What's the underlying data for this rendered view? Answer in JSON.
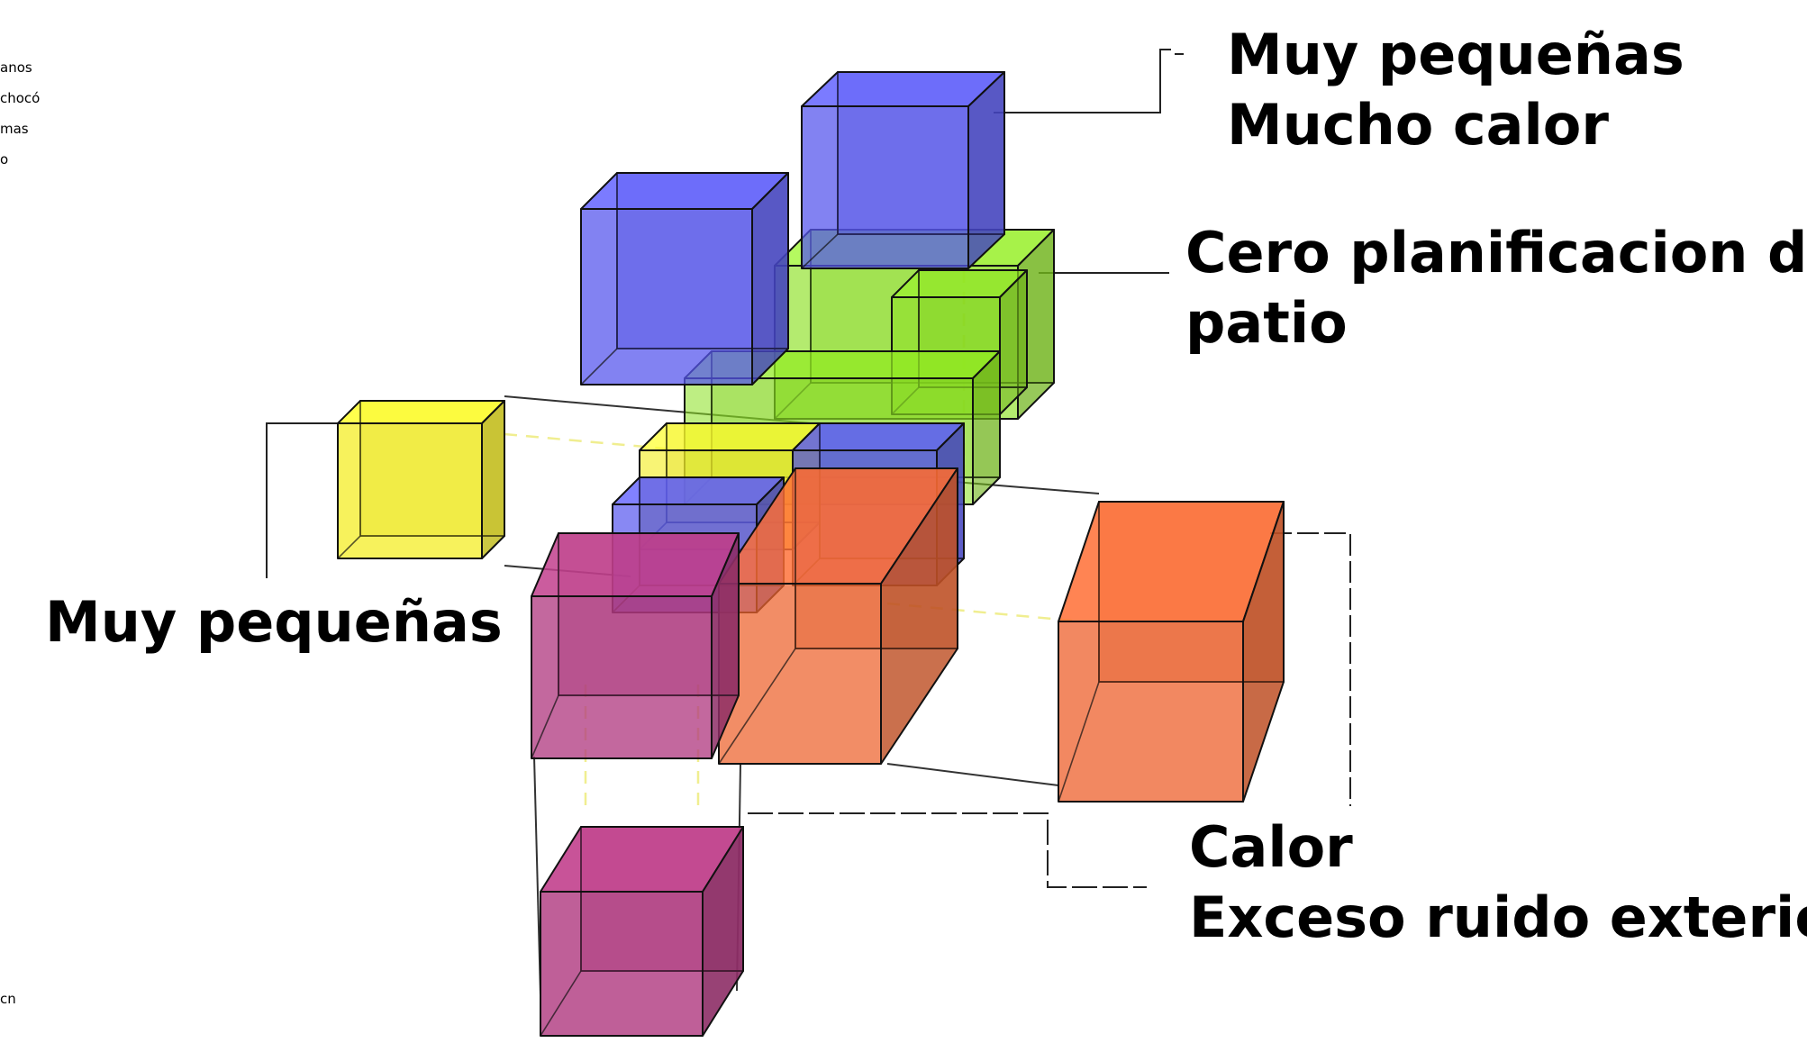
{
  "labels": {
    "top_right": {
      "line1": "Muy pequeñas",
      "line2": "Mucho calor"
    },
    "middle_right": {
      "line1": "Cero planificacion de",
      "line2": "patio"
    },
    "left": {
      "line1": "Muy pequeñas"
    },
    "bottom_right": {
      "line1": "Calor",
      "line2": "Exceso ruido exterior"
    }
  },
  "left_edge_fragments": {
    "f1": "anos",
    "f2": "chocó",
    "f3": "mas",
    "f4": "o",
    "f5": "cn"
  },
  "colors": {
    "blue": "#5555ee",
    "green": "#8be020",
    "yellow": "#f4ee2a",
    "orange": "#ee6430",
    "magenta": "#b03a80",
    "leader": "#222222",
    "dash": "#f0ee90"
  }
}
